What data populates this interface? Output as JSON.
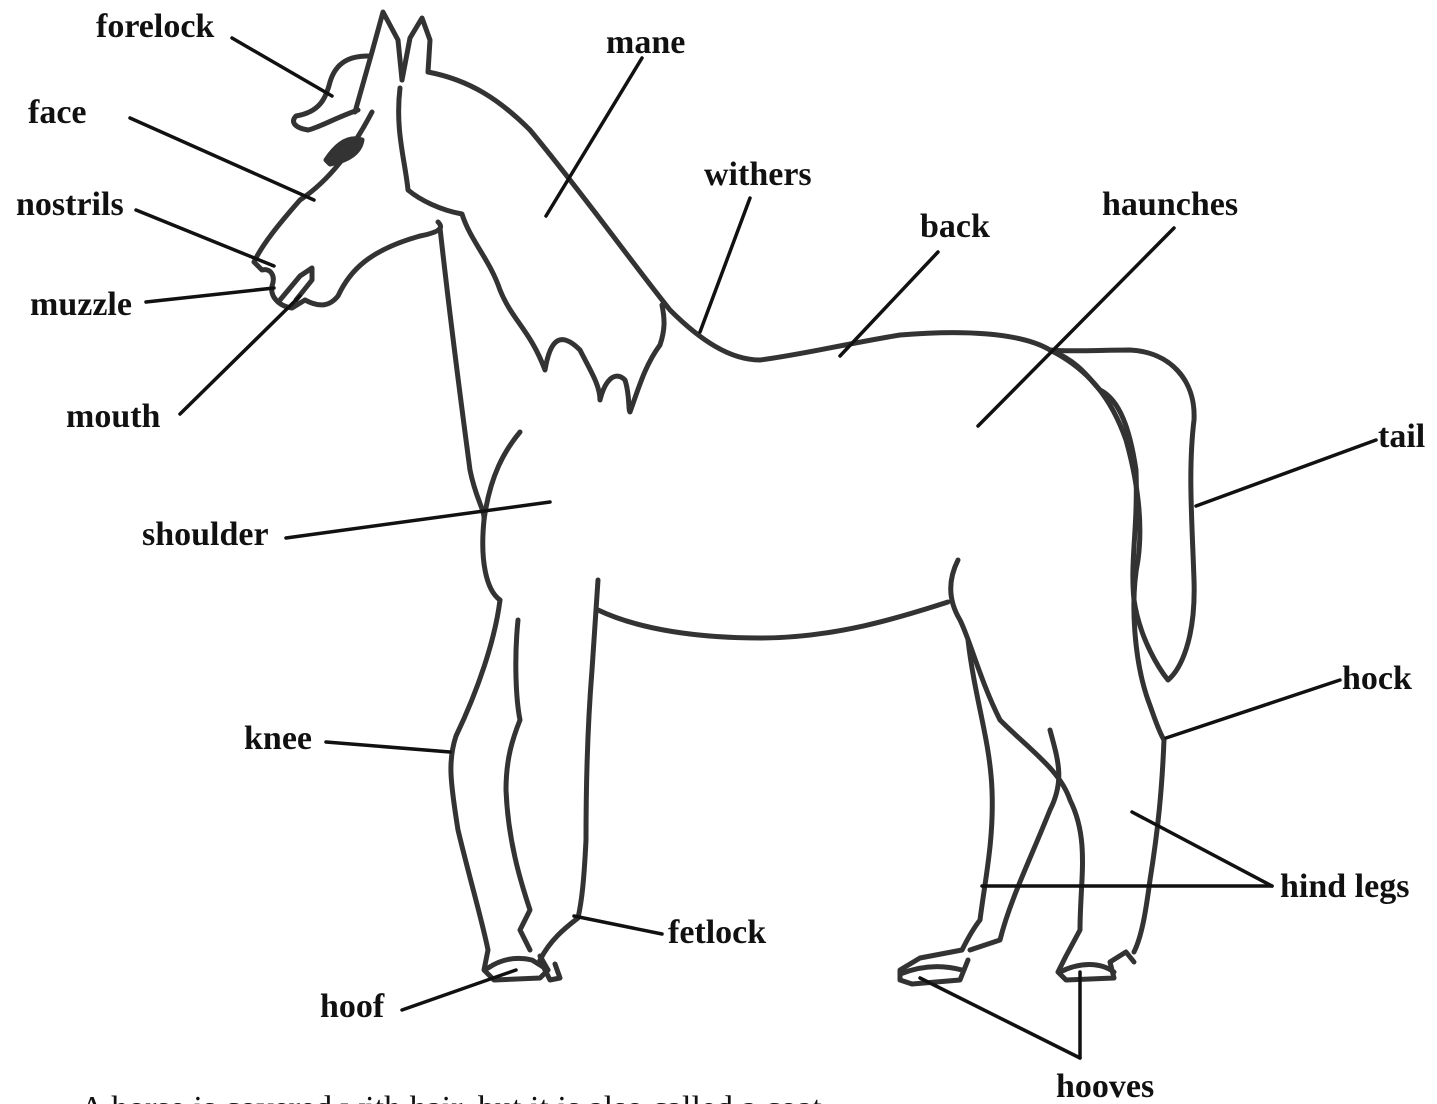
{
  "labels": {
    "forelock": "forelock",
    "mane": "mane",
    "face": "face",
    "withers": "withers",
    "nostrils": "nostrils",
    "back": "back",
    "haunches": "haunches",
    "muzzle": "muzzle",
    "mouth": "mouth",
    "tail": "tail",
    "shoulder": "shoulder",
    "hock": "hock",
    "knee": "knee",
    "hind_legs": "hind legs",
    "fetlock": "fetlock",
    "hoof": "hoof",
    "hooves": "hooves"
  },
  "caption": "A horse is covered with hair, but it is also called a coat",
  "colors": {
    "outline": "#333333",
    "leader": "#111111",
    "text": "#111111"
  }
}
